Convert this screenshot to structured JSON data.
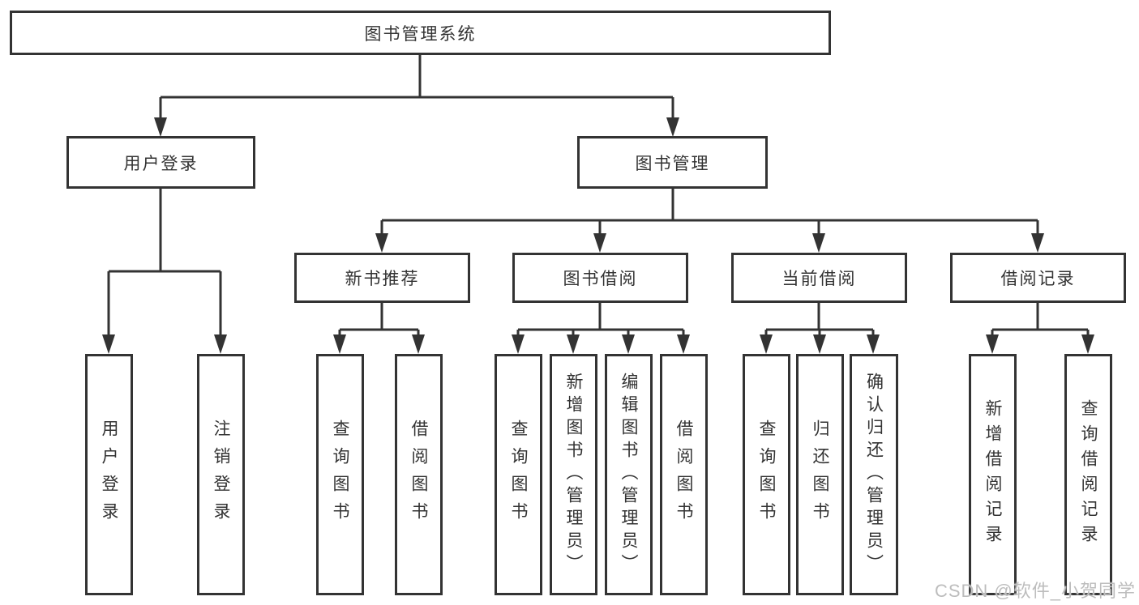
{
  "diagram": {
    "tree": {
      "label": "图书管理系统",
      "children": [
        {
          "label": "用户登录",
          "children": [
            {
              "label": "用户登录"
            },
            {
              "label": "注销登录"
            }
          ]
        },
        {
          "label": "图书管理",
          "children": [
            {
              "label": "新书推荐",
              "children": [
                {
                  "label": "查询图书"
                },
                {
                  "label": "借阅图书"
                }
              ]
            },
            {
              "label": "图书借阅",
              "children": [
                {
                  "label": "查询图书"
                },
                {
                  "label": "新增图书（管理员）"
                },
                {
                  "label": "编辑图书（管理员）"
                },
                {
                  "label": "借阅图书"
                }
              ]
            },
            {
              "label": "当前借阅",
              "children": [
                {
                  "label": "查询图书"
                },
                {
                  "label": "归还图书"
                },
                {
                  "label": "确认归还（管理员）"
                }
              ]
            },
            {
              "label": "借阅记录",
              "children": [
                {
                  "label": "新增借阅记录"
                },
                {
                  "label": "查询借阅记录"
                }
              ]
            }
          ]
        }
      ]
    }
  },
  "watermark": {
    "text": "CSDN @软件_小贺同学"
  },
  "colors": {
    "line": "#333333",
    "text": "#333333",
    "watermark": "#bdbdbd",
    "background": "#ffffff"
  }
}
